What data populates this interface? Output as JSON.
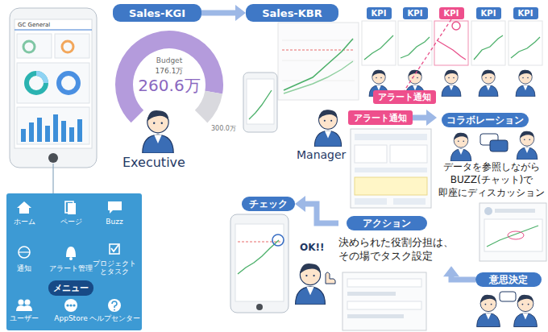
{
  "diagram": {
    "nodes": [
      {
        "text": [
          "Sales-KGI"
        ]
      },
      {
        "text": [
          "Sales-KBR"
        ]
      },
      {
        "text": [
          "KPI"
        ]
      },
      {
        "text": [
          "KPI"
        ]
      },
      {
        "text": [
          "KPI"
        ]
      },
      {
        "text": [
          "KPI"
        ]
      },
      {
        "text": [
          "KPI"
        ]
      },
      {
        "text": [
          "アラート通知"
        ]
      },
      {
        "text": [
          "アラート通知"
        ]
      },
      {
        "text": [
          "コラボレーション",
          "データを参照しながら BUZZ(チャット)で 即座にディスカッション"
        ]
      },
      {
        "text": [
          "アクション",
          "決められた役割分担は、 その場でタスク設定"
        ]
      },
      {
        "text": [
          "意思決定"
        ]
      },
      {
        "text": [
          "チェック"
        ]
      },
      {
        "text": [
          "ホーム",
          "ページ",
          "Buzz",
          "通知",
          "アラート管理",
          "プロジェクトとタスク",
          "ユーザー",
          "AppStore",
          "ヘルプセンター"
        ]
      },
      {
        "text": [
          "メニュー"
        ],
        "in": 13
      }
    ],
    "edges": [
      {
        "from": 0,
        "to": 1,
        "arrow": "to"
      },
      {
        "from": 4,
        "to": 7,
        "arrow": "none"
      },
      {
        "from": 8,
        "to": 9,
        "arrow": "to"
      },
      {
        "from": 11,
        "to": 10,
        "arrow": "to"
      },
      {
        "from": 10,
        "to": 12,
        "arrow": "to"
      }
    ],
    "labels": [
      "GC General",
      "Budget",
      "176.1万",
      "260.6万",
      "300.0万",
      "Executive",
      "Manager",
      "OK!!"
    ]
  }
}
